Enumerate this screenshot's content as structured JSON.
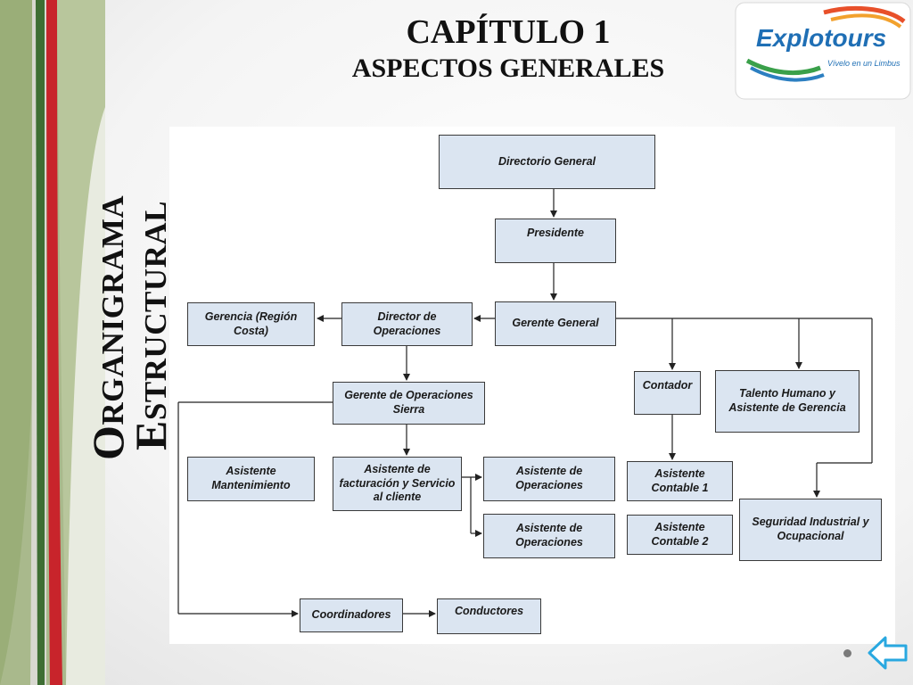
{
  "header": {
    "title": "CAPÍTULO 1",
    "subtitle": "ASPECTOS GENERALES"
  },
  "side_title": {
    "line1": "Organigrama",
    "line2": "Estructural"
  },
  "logo": {
    "brand": "Explotours",
    "tagline": "Vívelo en un Limbus"
  },
  "organigram": {
    "directorio": "Directorio General",
    "presidente": "Presidente",
    "gerente_general": "Gerente General",
    "director_operaciones": "Director de Operaciones",
    "gerencia_costa": "Gerencia (Región Costa)",
    "gerente_sierra": "Gerente de Operaciones Sierra",
    "asistente_mantenimiento": "Asistente Mantenimiento",
    "asistente_facturacion": "Asistente de facturación y Servicio al cliente",
    "asistente_operaciones_1": "Asistente de Operaciones",
    "asistente_operaciones_2": "Asistente de Operaciones",
    "contador": "Contador",
    "asistente_contable_1": "Asistente Contable 1",
    "asistente_contable_2": "Asistente Contable 2",
    "talento_humano": "Talento Humano y Asistente de Gerencia",
    "seguridad_industrial": "Seguridad Industrial y Ocupacional",
    "coordinadores": "Coordinadores",
    "conductores": "Conductores"
  },
  "colors": {
    "box_fill": "#dbe5f1",
    "stripe_green": "#4a7a3a",
    "stripe_red": "#c8242b",
    "stripe_olive": "#9fb27a",
    "back_arrow": "#29a8e0"
  },
  "icons": {
    "back": "back-arrow-icon",
    "nav": "nav-dot-icon"
  }
}
